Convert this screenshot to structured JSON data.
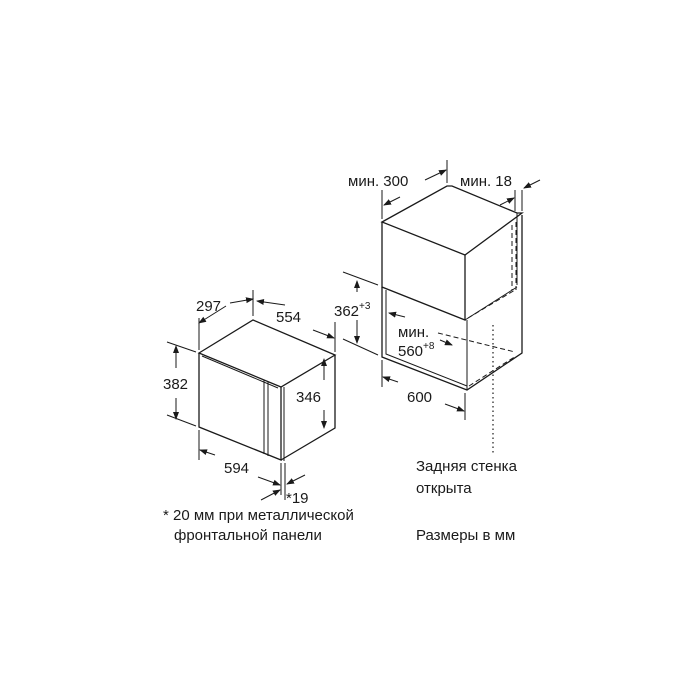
{
  "microwave": {
    "depth": "297",
    "width_top": "554",
    "height": "382",
    "inner_height": "346",
    "width_front": "594",
    "panel_thickness": "*19"
  },
  "cabinet": {
    "min_depth": "мин. 300",
    "min_back_gap": "мин. 18",
    "opening_height": "362",
    "opening_height_tol": "+3",
    "min_label": "мин.",
    "opening_width": "560",
    "opening_width_tol": "+8",
    "cabinet_width": "600"
  },
  "notes": {
    "footnote_line1": "* 20 мм при металлической",
    "footnote_line2": "фронтальной панели",
    "back_wall_line1": "Задняя стенка",
    "back_wall_line2": "открыта",
    "units": "Размеры в мм"
  }
}
